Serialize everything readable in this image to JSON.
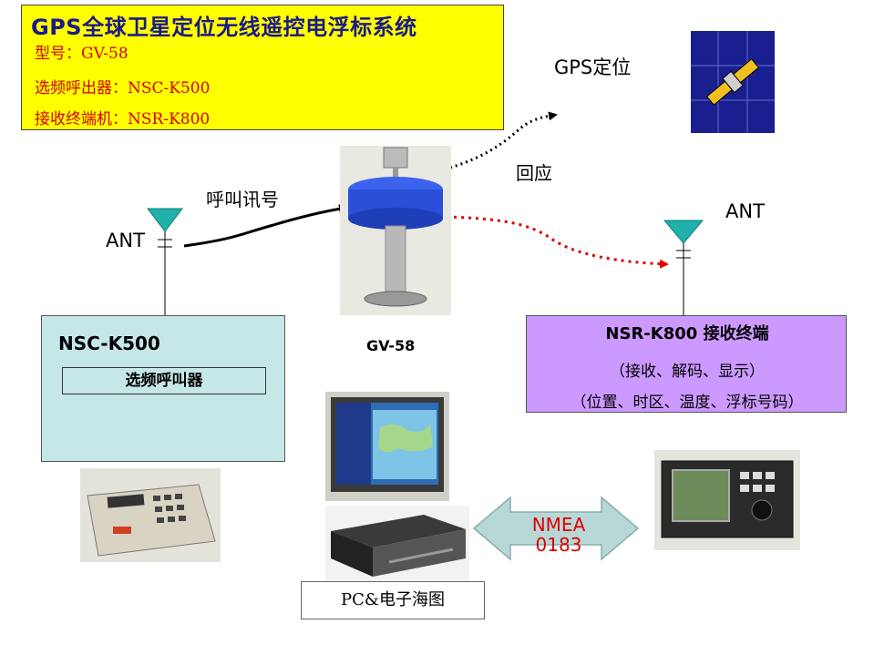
{
  "title": {
    "main": "GPS全球卫星定位无线遥控电浮标系统",
    "model": "型号：GV-58",
    "caller": "选频呼出器：NSC-K500",
    "receiver": "接收终端机：NSR-K800"
  },
  "labels": {
    "gps_positioning": "GPS定位",
    "reply": "回应",
    "call_signal": "呼叫讯号",
    "ant_left": "ANT",
    "ant_right": "ANT",
    "buoy_model": "GV-58"
  },
  "nsc": {
    "title": "NSC-K500",
    "inner": "选频呼叫器"
  },
  "nsr": {
    "title": "NSR-K800 接收终端",
    "line1": "（接收、解码、显示）",
    "line2": "（位置、时区、温度、浮标号码）"
  },
  "nmea": {
    "line1": "NMEA",
    "line2": "0183"
  },
  "pc": {
    "label": "PC&电子海图"
  },
  "colors": {
    "title_bg": "#ffff00",
    "title_text": "#1a1a8a",
    "title_sub_text": "#d40000",
    "nsc_bg": "#c6e7e7",
    "nsr_bg": "#cc99ff",
    "antenna": "#20b2aa",
    "nmea_arrow": "#b8d8d8",
    "nmea_text": "#e00000",
    "signal_red": "#e00000",
    "buoy_blue": "#2a4fd8"
  }
}
